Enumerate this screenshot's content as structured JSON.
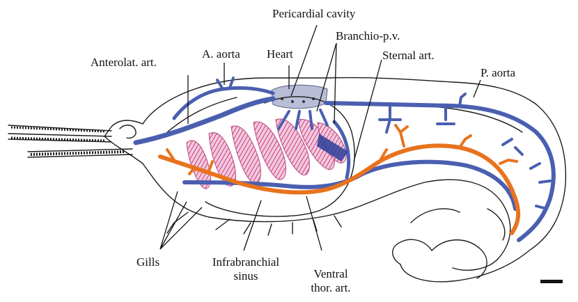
{
  "labels": {
    "pericardial_cavity": "Pericardial cavity",
    "branchio_pv": "Branchio-p.v.",
    "heart": "Heart",
    "a_aorta": "A. aorta",
    "anterolat_art": "Anterolat. art.",
    "sternal_art": "Sternal art.",
    "p_aorta": "P. aorta",
    "gills": "Gills",
    "infrabranchial_line1": "Infrabranchial",
    "infrabranchial_line2": "sinus",
    "ventral_line1": "Ventral",
    "ventral_line2": "thor. art."
  },
  "colors": {
    "artery_blue": "#4a5fb0",
    "artery_orange": "#e8731e",
    "gill_pink": "#d9609a",
    "heart_fill": "#b9bdd6",
    "outline": "#1a1a1a"
  }
}
